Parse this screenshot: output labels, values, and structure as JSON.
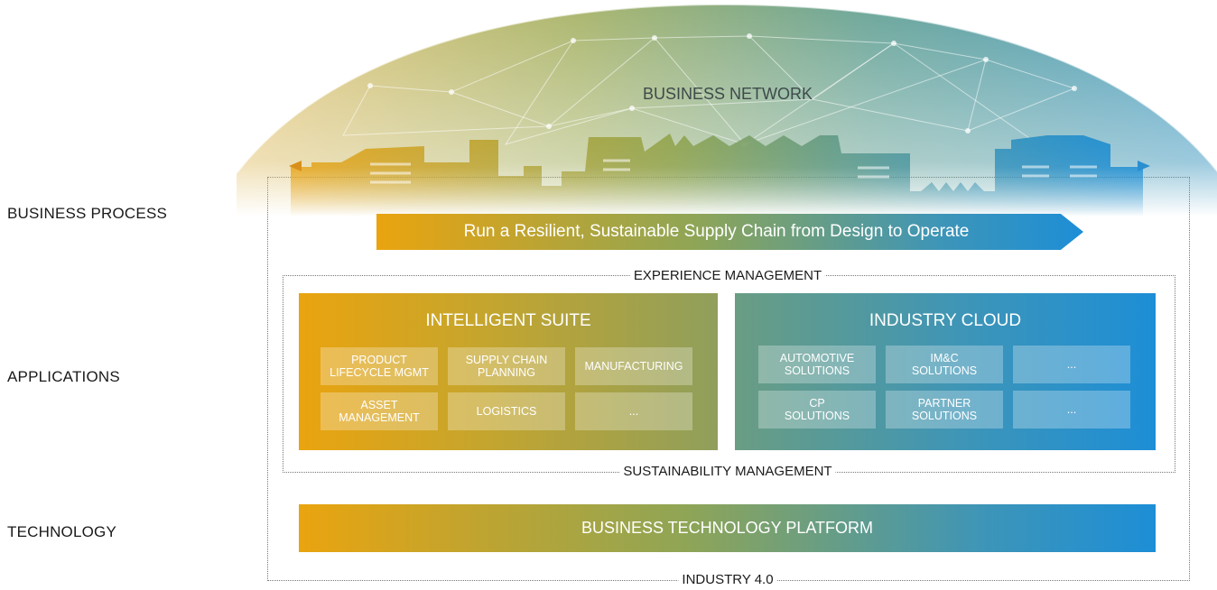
{
  "side_labels": {
    "business_process": "BUSINESS PROCESS",
    "applications": "APPLICATIONS",
    "technology": "TECHNOLOGY"
  },
  "business_network": {
    "title": "BUSINESS NETWORK"
  },
  "banner": {
    "text": "Run a Resilient, Sustainable Supply Chain from Design to Operate"
  },
  "experience_management": "EXPERIENCE MANAGEMENT",
  "sustainability_management": "SUSTAINABILITY MANAGEMENT",
  "industry_40": "INDUSTRY 4.0",
  "intelligent_suite": {
    "title": "INTELLIGENT SUITE",
    "tiles": [
      "PRODUCT\nLIFECYCLE MGMT",
      "SUPPLY CHAIN\nPLANNING",
      "MANUFACTURING",
      "ASSET\nMANAGEMENT",
      "LOGISTICS",
      "..."
    ]
  },
  "industry_cloud": {
    "title": "INDUSTRY CLOUD",
    "tiles": [
      "AUTOMOTIVE\nSOLUTIONS",
      "IM&C\nSOLUTIONS",
      "...",
      "CP\nSOLUTIONS",
      "PARTNER\nSOLUTIONS",
      "..."
    ]
  },
  "platform": {
    "title": "BUSINESS TECHNOLOGY PLATFORM"
  },
  "colors": {
    "orange": "#eaa40f",
    "green": "#8fa556",
    "teal": "#3d95b8",
    "blue": "#1d8ed6"
  }
}
